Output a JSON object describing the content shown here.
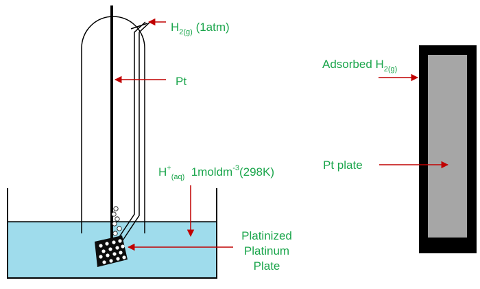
{
  "colors": {
    "label_green": "#1aa54b",
    "arrow_red": "#c00000",
    "solution_blue": "#9fdcec",
    "outline_black": "#000000",
    "plate_gray": "#a6a6a6"
  },
  "labels": {
    "h2_gas": {
      "main": "H",
      "sub": "2(g)",
      "rest": " (1atm)"
    },
    "pt": "Pt",
    "h_ion": {
      "main": "H",
      "sup": "+",
      "sub": "(aq)",
      "rest1": "  1moldm",
      "sup2": "-3",
      "rest2": "(298K)"
    },
    "platinized": [
      "Platinized",
      "Platinum",
      "Plate"
    ],
    "adsorbed": {
      "main": "Adsorbed H",
      "sub": "2(g)"
    },
    "pt_plate": "Pt plate"
  }
}
